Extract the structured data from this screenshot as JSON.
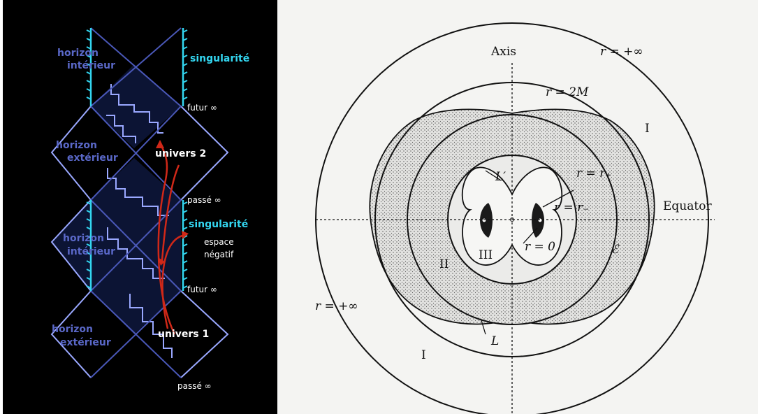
{
  "penrose": {
    "labels": {
      "horizon_interieur": [
        "horizon",
        "intérieur"
      ],
      "singularite": "singularité",
      "futur_inf": "futur ∞",
      "horizon_exterieur": [
        "horizon",
        "extérieur"
      ],
      "univers_2": "univers 2",
      "passe_inf": "passé ∞",
      "espace_negatif": [
        "espace",
        "négatif"
      ],
      "univers_1": "univers 1"
    },
    "colors": {
      "background": "#000000",
      "diamond_fill": "#0c1434",
      "horizon_line": "#4a58b8",
      "outline": "#9aa8ff",
      "singularity": "#33d6f0",
      "worldline": "#d02818"
    }
  },
  "kerr": {
    "labels": {
      "axis": "Axis",
      "r_inf_top": "r = +∞",
      "r_2m": "r = 2M",
      "roman_one": "I",
      "r_plus": "r = r₊",
      "l_prime": "L′",
      "r_minus": "r = r₋",
      "equator": "Equator",
      "r_zero": "r = 0",
      "roman_two": "II",
      "roman_three": "III",
      "ergo": "ℰ",
      "r_inf_left": "r = +∞",
      "l": "L"
    },
    "colors": {
      "ink": "#111111",
      "paper": "#f4f4f2",
      "stipple": "#555555"
    }
  }
}
